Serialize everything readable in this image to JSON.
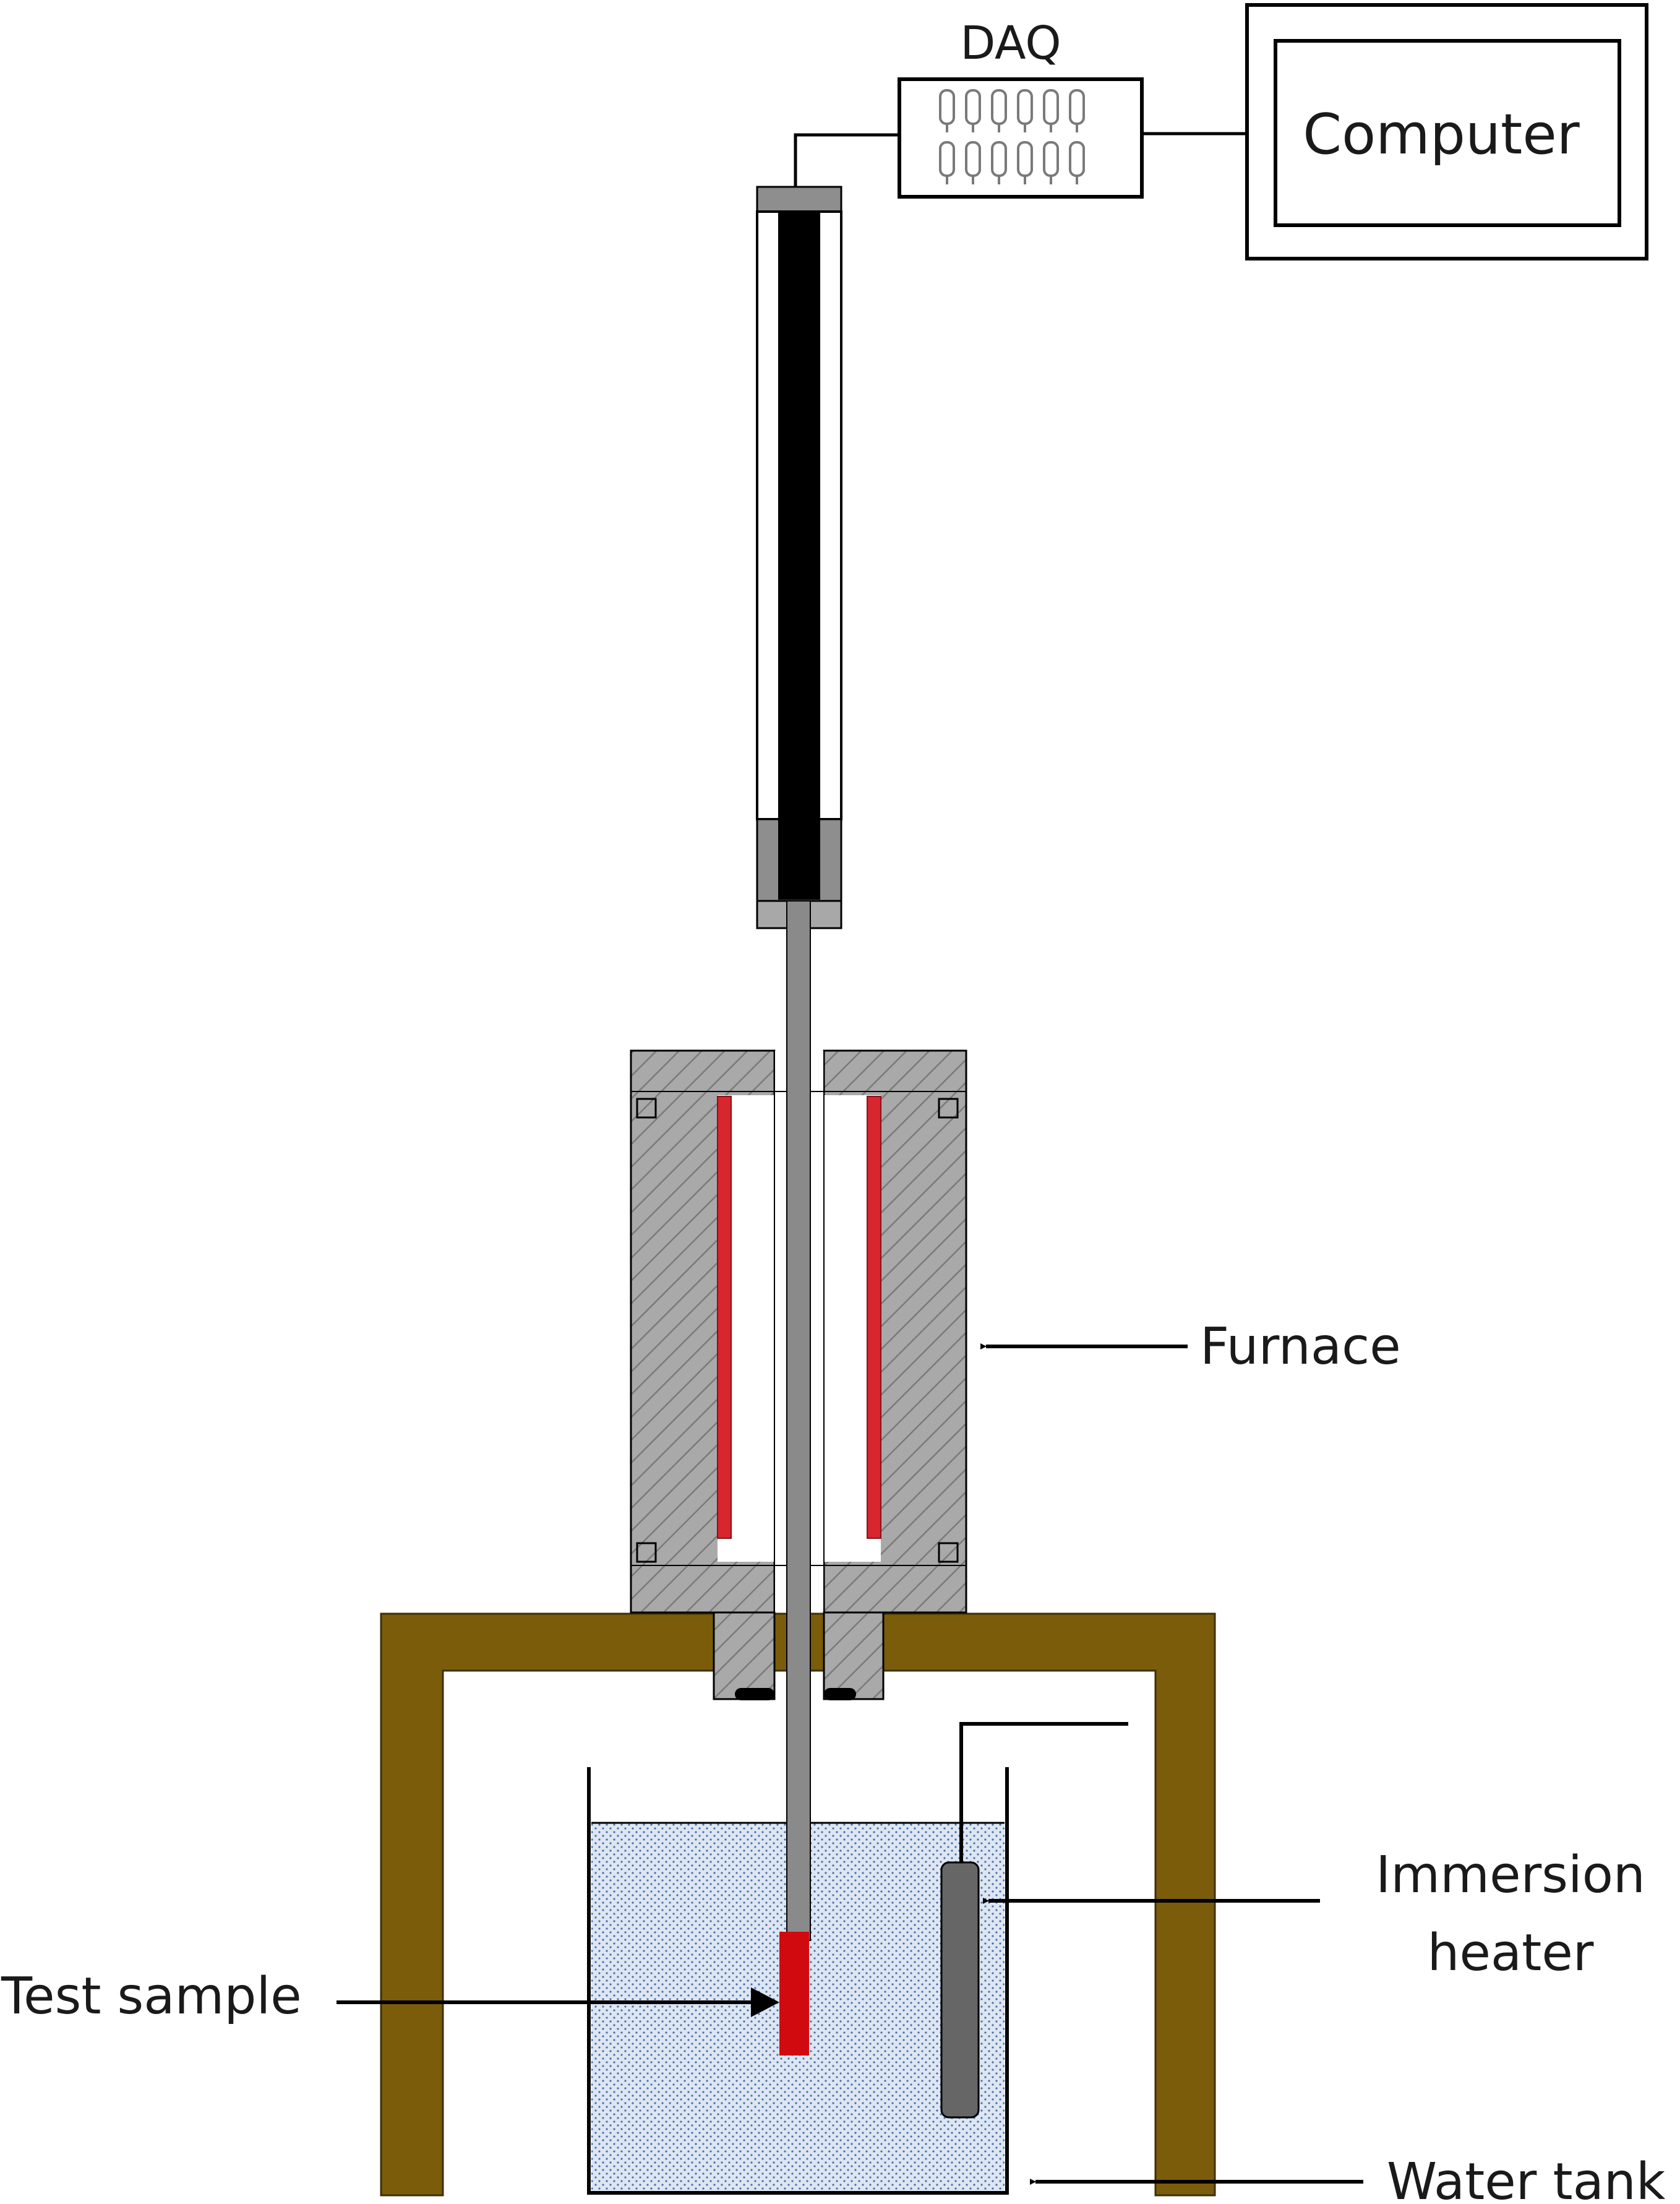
{
  "labels": {
    "daq": "DAQ",
    "computer": "Computer",
    "furnace": "Furnace",
    "immersion_heater_line1": "Immersion",
    "immersion_heater_line2": "heater",
    "test_sample": "Test sample",
    "water_tank": "Water tank"
  },
  "colors": {
    "frame": "#7a5c0a",
    "heating_element": "#d7262e",
    "sample": "#d10a10",
    "water": "#dde6f2",
    "water_dots": "#4a6fa5",
    "furnace_body": "#a9a9a9",
    "rod": "#8a8a8a",
    "actuator_core": "#000000",
    "heater_body": "#666666"
  }
}
